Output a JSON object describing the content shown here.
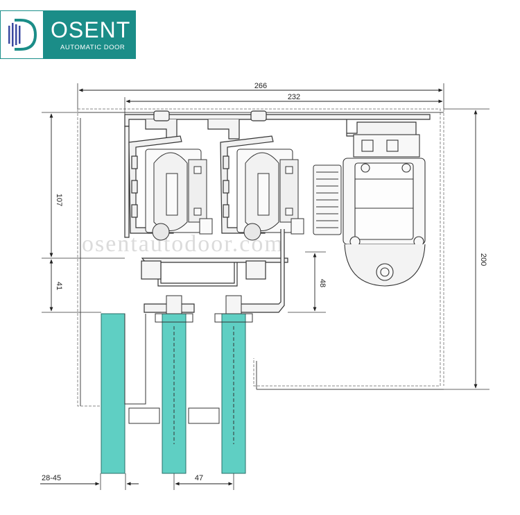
{
  "brand": {
    "name": "OSENT",
    "subtitle": "AUTOMATIC DOOR",
    "accent_color": "#1b8d88",
    "logo_icon": "osent-d-logo-icon"
  },
  "watermark": "osentautodoor.com",
  "dimensions": {
    "overall_width": "266",
    "track_width": "232",
    "upper_height": "107",
    "lower_height": "41",
    "total_height": "200",
    "carrier_offset": "48",
    "glass_thickness": "28-45",
    "panel_spacing": "47"
  },
  "colors": {
    "glass": "#5fcfc3",
    "line": "#3a3a3a",
    "dashed": "#888888"
  }
}
